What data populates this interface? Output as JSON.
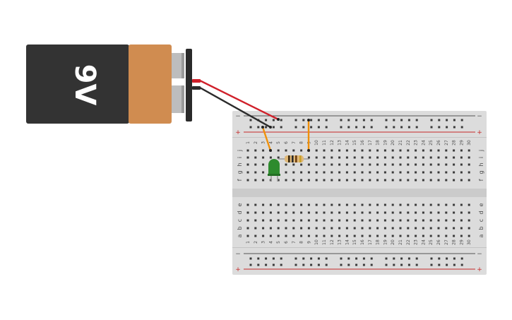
{
  "battery": {
    "label": "9V",
    "body_color": "#333333",
    "band_color": "#d08c50",
    "terminal_color": "#bdbdbd"
  },
  "wires": {
    "positive_color": "#d0202a",
    "negative_color": "#2b2b2b",
    "jumper_color": "#f0900a"
  },
  "breadboard": {
    "columns": 30,
    "top_rows": [
      "j",
      "i",
      "h",
      "g",
      "f"
    ],
    "bottom_rows": [
      "e",
      "d",
      "c",
      "b",
      "a"
    ],
    "rail_minus_label": "−",
    "rail_plus_label": "+",
    "board_color": "#dcdcdc",
    "hole_color": "#3a3a3a",
    "rail_red": "#c62828",
    "rail_dark": "#555555"
  },
  "led": {
    "color": "#2e8b2e"
  },
  "resistor": {
    "body_color": "#e0b878",
    "bands": [
      "#3b2a10",
      "#2b2b2b",
      "#6b3d10",
      "#c9a227"
    ]
  }
}
